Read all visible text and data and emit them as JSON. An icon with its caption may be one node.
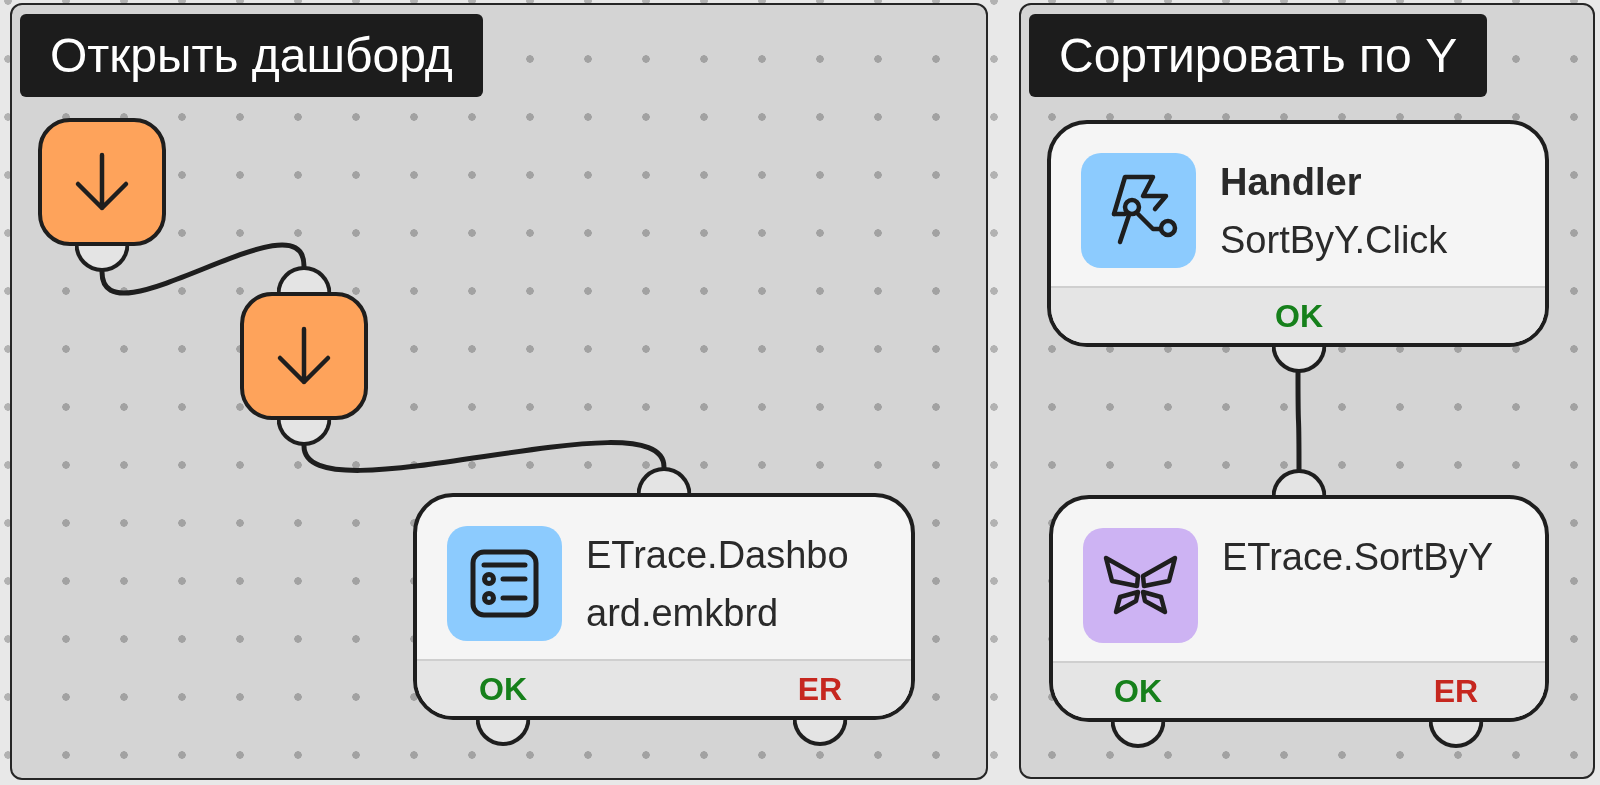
{
  "diagram": {
    "nodes": [
      {
        "text": [
          "Открыть дашборд"
        ]
      },
      {
        "text": [],
        "shape": "box",
        "in": 0
      },
      {
        "text": [],
        "shape": "box",
        "in": 0
      },
      {
        "text": [
          "ETrace.Dashboard.emkbrd",
          "OK",
          "ER"
        ],
        "in": 0
      },
      {
        "text": [
          "Сортировать по Y"
        ]
      },
      {
        "text": [
          "Handler",
          "SortByY.Click",
          "OK"
        ],
        "in": 4
      },
      {
        "text": [
          "ETrace.SortByY",
          "OK",
          "ER"
        ],
        "in": 4
      }
    ],
    "edges": [
      {
        "from": 1,
        "to": 2,
        "arrow": "none"
      },
      {
        "from": 2,
        "to": 3,
        "arrow": "none"
      },
      {
        "from": 5,
        "to": 6,
        "arrow": "none"
      }
    ]
  }
}
